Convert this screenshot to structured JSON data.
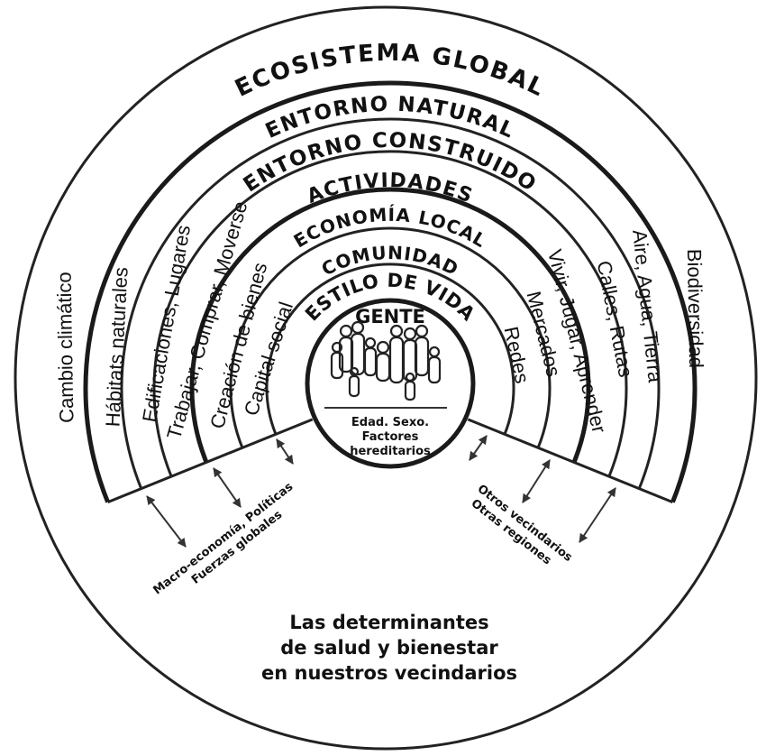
{
  "rings": [
    {
      "label": "ECOSISTEMA GLOBAL"
    },
    {
      "label": "ENTORNO NATURAL"
    },
    {
      "label": "ENTORNO CONSTRUIDO"
    },
    {
      "label": "ACTIVIDADES"
    },
    {
      "label": "ECONOMÍA LOCAL"
    },
    {
      "label": "COMUNIDAD"
    },
    {
      "label": "ESTILO DE VIDA"
    }
  ],
  "center": {
    "title": "GENTE",
    "lines": [
      "Edad. Sexo.",
      "Factores",
      "hereditarios"
    ]
  },
  "left_labels": [
    "Cambio climático",
    "Hábitats naturales",
    "Edificaciones, Lugares",
    "Trabajar, Comprar, Moverse",
    "Creación de bienes",
    "Capital social"
  ],
  "right_labels": [
    "Redes",
    "Mercados",
    "Vivir, Jugar, Aprender",
    "Calles, Rutas",
    "Aire, Agua, Tierra",
    "Biodiversidad"
  ],
  "left_influences": [
    "Macro-economía, Políticas",
    "Fuerzas globales"
  ],
  "right_influences": [
    "Otros vecindarios",
    "Otras regiones"
  ],
  "caption": [
    "Las determinantes",
    "de salud y bienestar",
    "en nuestros vecindarios"
  ]
}
